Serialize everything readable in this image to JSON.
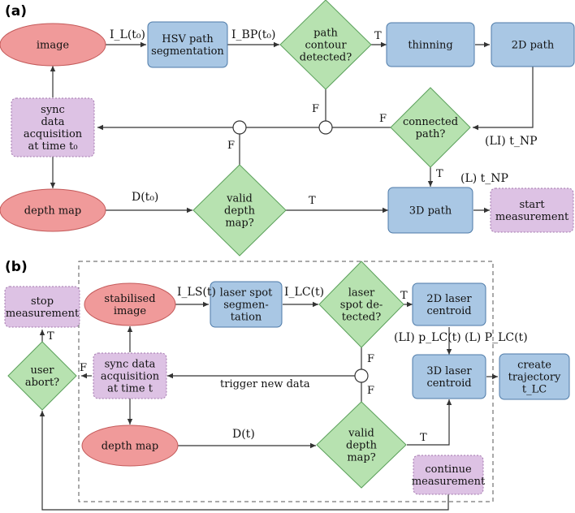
{
  "colors": {
    "ellipse_fill": "#f09a9a",
    "ellipse_stroke": "#c45a5a",
    "rect_fill": "#a9c7e4",
    "rect_stroke": "#4d7aa8",
    "diamond_fill": "#b7e2b0",
    "diamond_stroke": "#5aa05a",
    "purple_fill": "#ddc2e4",
    "purple_stroke": "#a276ad",
    "junction_fill": "#ffffff"
  },
  "panels": {
    "a": "(a)",
    "b": "(b)"
  },
  "nodes": {
    "a_image": [
      "image"
    ],
    "a_hsv": [
      "HSV path",
      "segmentation"
    ],
    "a_contour": [
      "path",
      "contour",
      "detected?"
    ],
    "a_thin": [
      "thinning"
    ],
    "a_2dpath": [
      "2D path"
    ],
    "a_sync": [
      "sync",
      "data",
      "acquisition",
      "at time t₀"
    ],
    "a_connected": [
      "connected",
      "path?"
    ],
    "a_depth": [
      "depth map"
    ],
    "a_valid": [
      "valid",
      "depth",
      "map?"
    ],
    "a_3dpath": [
      "3D path"
    ],
    "a_start": [
      "start",
      "measurement"
    ],
    "b_stop": [
      "stop",
      "measurement"
    ],
    "b_user": [
      "user",
      "abort?"
    ],
    "b_stab": [
      "stabilised",
      "image"
    ],
    "b_laser": [
      "laser spot",
      "segmen-",
      "tation"
    ],
    "b_detected": [
      "laser",
      "spot de-",
      "tected?"
    ],
    "b_2dlaser": [
      "2D laser",
      "centroid"
    ],
    "b_sync": [
      "sync data",
      "acquisition",
      "at time t"
    ],
    "b_3dlaser": [
      "3D laser",
      "centroid"
    ],
    "b_traj": [
      "create",
      "trajectory",
      "t_LC"
    ],
    "b_depth": [
      "depth map"
    ],
    "b_valid": [
      "valid",
      "depth",
      "map?"
    ],
    "b_continue": [
      "continue",
      "measurement"
    ]
  },
  "edge_labels": {
    "a_IL": "I_L(t₀)",
    "a_IBP": "I_BP(t₀)",
    "a_contour_T": "T",
    "a_contour_F": "F",
    "a_connected_F": "F",
    "a_connected_T": "T",
    "a_tNP_LI": "(LI) t_NP",
    "a_tNP_L": "(L) t_NP",
    "a_junction_F": "F",
    "a_D": "D(t₀)",
    "a_valid_T": "T",
    "b_ILS": "I_LS(t)",
    "b_ILC": "I_LC(t)",
    "b_detected_T": "T",
    "b_detected_F": "F",
    "b_pLC": "(LI) p_LC(t)",
    "b_PLC": "(L) P_LC(t)",
    "b_user_T": "T",
    "b_user_F": "F",
    "b_trigger": "trigger new data",
    "b_junction_F": "F",
    "b_D": "D(t)",
    "b_valid_T": "T"
  }
}
